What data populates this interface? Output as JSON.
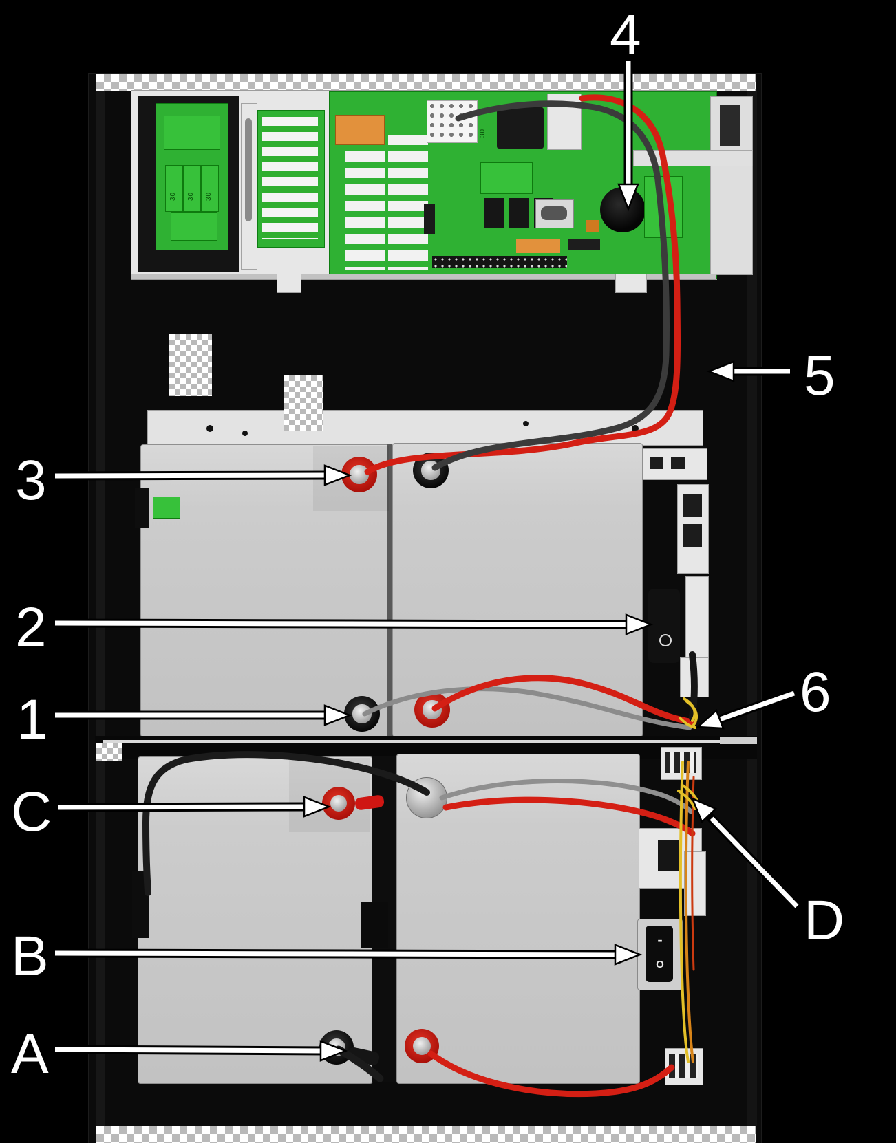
{
  "callouts": [
    {
      "label": "4"
    },
    {
      "label": "5"
    },
    {
      "label": "3"
    },
    {
      "label": "2"
    },
    {
      "label": "1"
    },
    {
      "label": "6"
    },
    {
      "label": "C"
    },
    {
      "label": "D"
    },
    {
      "label": "B"
    },
    {
      "label": "A"
    }
  ],
  "pcb_markings": [
    "30",
    "30",
    "30",
    "30"
  ],
  "switch_b": {
    "on_symbol": "-",
    "off_symbol": "O"
  },
  "colors": {
    "pcb_green": "#2fb133",
    "battery_gray": "#c9c9c9",
    "cable_red": "#d41f14",
    "cable_dark": "#3b3b3b",
    "cable_yellow": "#e3c028",
    "callout_text": "#ffffff"
  }
}
